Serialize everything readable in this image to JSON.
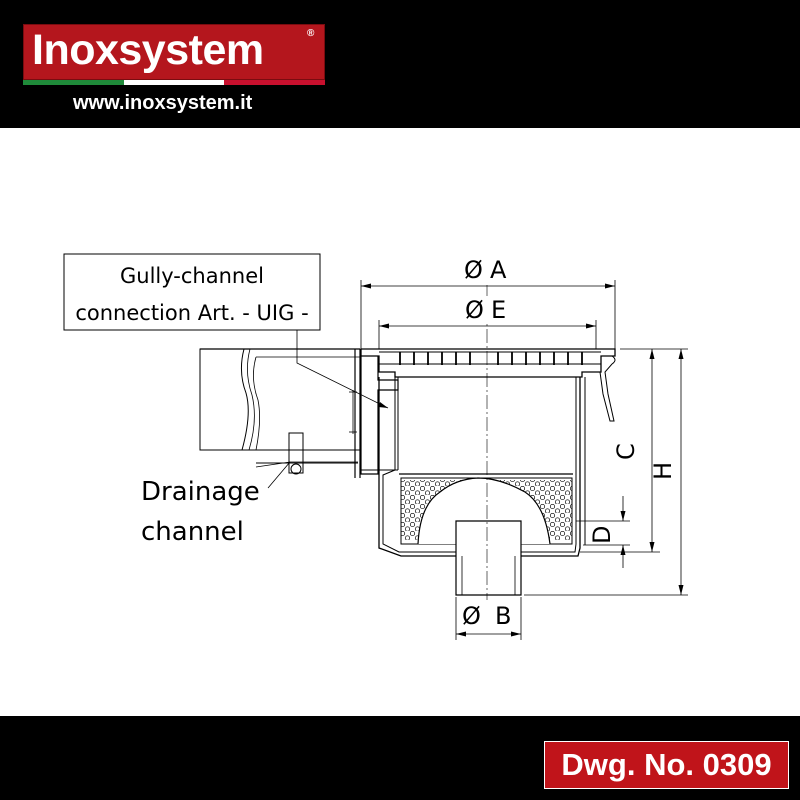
{
  "brand": {
    "name": "Inoxsystem",
    "registered_mark": "®",
    "website": "www.inoxsystem.it",
    "brand_red": "#b4161d",
    "flag_colors": [
      "#1f8a3a",
      "#ffffff",
      "#c8102e"
    ]
  },
  "drawing": {
    "callout_connection": {
      "line1": "Gully-channel",
      "line2": "connection Art. - UIG -"
    },
    "callout_channel": {
      "line1": "Drainage",
      "line2": "channel"
    },
    "dimensions": {
      "diameter_symbol": "Ø",
      "a": "A",
      "e": "E",
      "b": "B",
      "c": "C",
      "h": "H",
      "d": "D"
    }
  },
  "footer": {
    "drawing_number": "Dwg. No. 0309",
    "badge_color": "#c0141a"
  }
}
